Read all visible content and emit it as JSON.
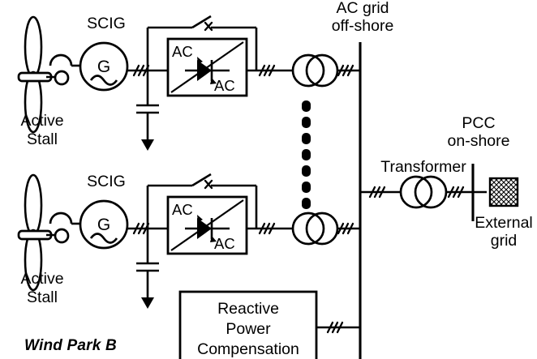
{
  "figure": {
    "title": "Wind Park B",
    "type": "single-line-diagram",
    "description": "Offshore wind park with SCIG generators, AC/AC converters, transformers, reactive power compensation and onshore PCC connection to external grid"
  },
  "labels": {
    "scig_1": "SCIG",
    "scig_2": "SCIG",
    "active_stall_1_line1": "Active",
    "active_stall_1_line2": "Stall",
    "active_stall_2_line1": "Active",
    "active_stall_2_line2": "Stall",
    "generator_symbol_1": "G",
    "generator_symbol_2": "G",
    "converter_1_input": "AC",
    "converter_1_output": "AC",
    "converter_2_input": "AC",
    "converter_2_output": "AC",
    "ac_grid_line1": "AC grid",
    "ac_grid_line2": "off-shore",
    "pcc_line1": "PCC",
    "pcc_line2": "on-shore",
    "transformer_onshore": "Transformer",
    "external_grid_line1": "External",
    "external_grid_line2": "grid",
    "reactive_power_line1": "Reactive",
    "reactive_power_line2": "Power",
    "reactive_power_line3": "Compensation",
    "wind_park": "Wind Park B",
    "ellipsis": "vertical-dots-7"
  },
  "icons": {
    "turbine": "wind-turbine-icon",
    "gearbox": "gearbox-icon",
    "generator": "generator-icon",
    "converter": "ac-ac-converter-icon",
    "thyristor": "thyristor-icon",
    "bypass_switch": "open-switch-icon",
    "capacitor": "capacitor-icon",
    "ground": "ground-arrow-icon",
    "transformer": "two-winding-transformer-icon",
    "three_phase_mark": "three-phase-slash-icon",
    "external_grid": "hatched-square-icon",
    "busbar": "busbar-icon"
  },
  "colors": {
    "background": "#ffffff",
    "line": "#000000",
    "text": "#000000"
  }
}
